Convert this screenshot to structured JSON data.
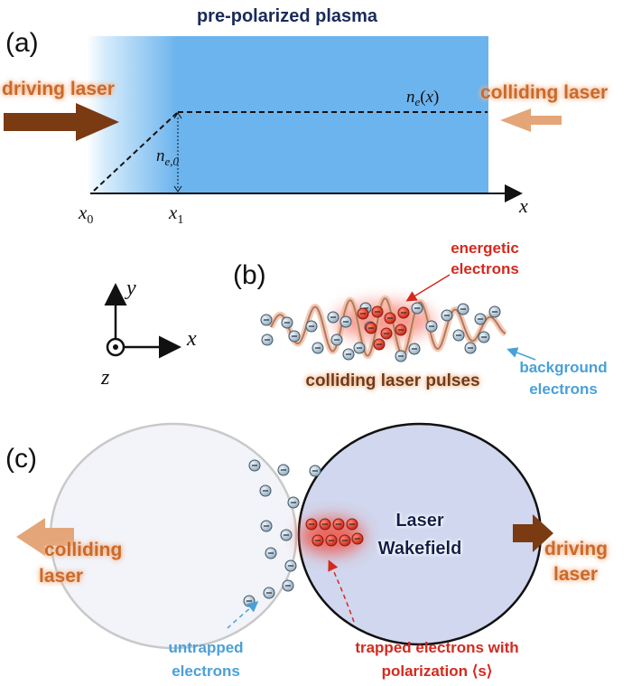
{
  "panel_a": {
    "label": "(a)",
    "title": "pre-polarized plasma",
    "driving_laser": "driving laser",
    "colliding_laser": "colliding laser",
    "density_label": "n_e(x)",
    "density0_label": "n_e,0",
    "x0": "x_0",
    "x1": "x_1",
    "x_axis": "x"
  },
  "panel_b": {
    "label": "(b)",
    "energetic_line1": "energetic",
    "energetic_line2": "electrons",
    "pulses": "colliding laser pulses",
    "background_line1": "background",
    "background_line2": "electrons"
  },
  "axes": {
    "y": "y",
    "x": "x",
    "z": "z"
  },
  "panel_c": {
    "label": "(c)",
    "colliding_line1": "colliding",
    "colliding_line2": "laser",
    "wake_line1": "Laser",
    "wake_line2": "Wakefield",
    "driving_line1": "driving",
    "driving_line2": "laser",
    "untrapped_line1": "untrapped",
    "untrapped_line2": "electrons",
    "trapped_line1": "trapped electrons with",
    "trapped_line2": "polarization ⟨s⟩"
  },
  "colors": {
    "plasma": "#6cb4ee",
    "brown_arrow": "#7a3a12",
    "light_arrow": "#e4a678",
    "electron": "#9fb6c8",
    "trapped": "#e1331f"
  }
}
